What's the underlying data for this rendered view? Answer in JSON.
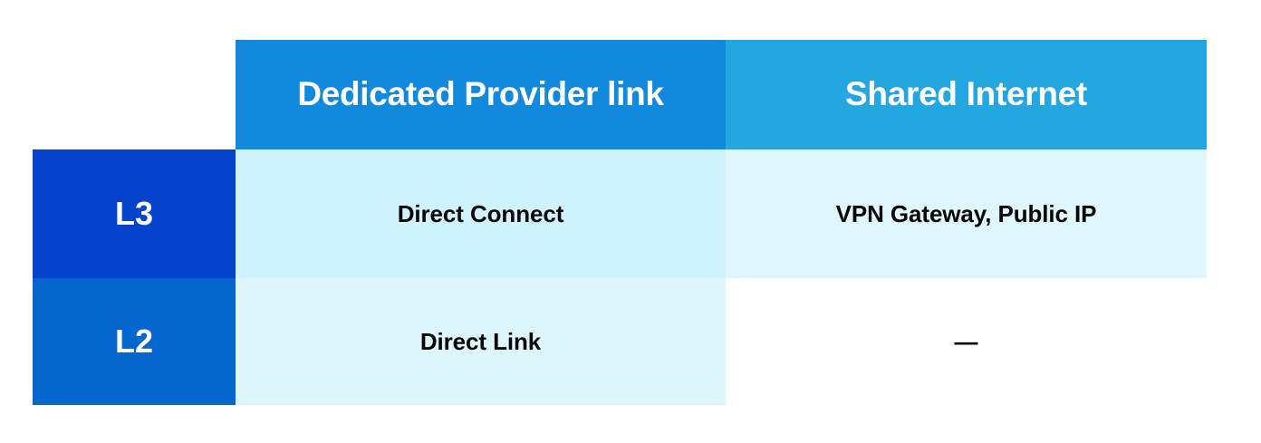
{
  "table": {
    "corner_label": "",
    "column_headers": [
      {
        "label": "Dedicated Provider link",
        "bg": "#1189DC"
      },
      {
        "label": "Shared Internet",
        "bg": "#22A7E0"
      }
    ],
    "rows": [
      {
        "label": "L3",
        "label_bg": "#0542CC",
        "cells": [
          {
            "text": "Direct Connect",
            "bg": "#CEF3FC"
          },
          {
            "text": "VPN Gateway, Public IP",
            "bg": "#DFF6FC"
          }
        ]
      },
      {
        "label": "L2",
        "label_bg": "#0566CE",
        "cells": [
          {
            "text": "Direct Link",
            "bg": "#DDF6FC"
          },
          {
            "text": "—",
            "bg": "#FFFFFF"
          }
        ]
      }
    ]
  },
  "colors": {
    "header_primary": "#1189DC",
    "header_secondary": "#22A7E0",
    "row_label_dark": "#0542CC",
    "row_label_light": "#0566CE",
    "cell_tint_strong": "#CEF3FC",
    "cell_tint_soft": "#DFF6FC",
    "text_light": "#FFFFFF",
    "text_dark": "#050505",
    "page_background": "#FFFFFF"
  }
}
